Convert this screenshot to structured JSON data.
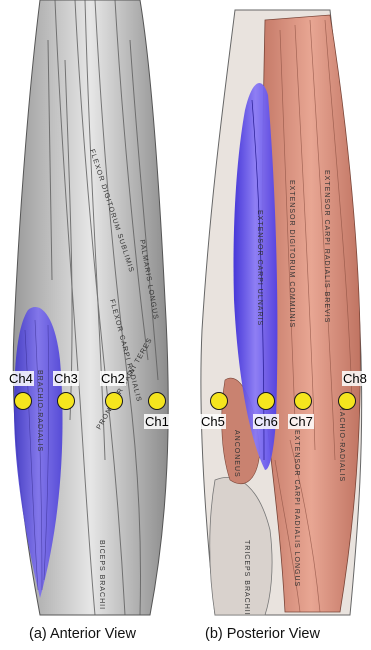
{
  "panels": [
    {
      "caption": "(a) Anterior View",
      "highlight_color": "#5a4ae0",
      "muscle_labels": [
        "BRACHIO-RADIALIS",
        "FLEXOR DIGITORUM SUBLIMIS",
        "FLEXOR CARPI RADIALIS",
        "PALMARIS LONGUS",
        "PRONATOR RADII TERES",
        "BICEPS BRACHII"
      ],
      "electrodes": [
        "Ch4",
        "Ch3",
        "Ch2",
        "Ch1"
      ]
    },
    {
      "caption": "(b) Posterior View",
      "highlight_color": "#5a3ff0",
      "muscle_labels": [
        "EXTENSOR CARPI ULNARIS",
        "EXTENSOR DIGITORUM COMMUNIS",
        "EXTENSOR CARPI RADIALIS BREVIS",
        "EXTENSOR CARPI RADIALIS LONGUS",
        "BRACHIO-RADIALIS",
        "ANCONEUS",
        "TRICEPS BRACHII"
      ],
      "electrodes": [
        "Ch5",
        "Ch6",
        "Ch7",
        "Ch8"
      ]
    }
  ],
  "colors": {
    "electrode": "#f5e51e",
    "posterior_muscle": "#d9917f",
    "anterior_muscle": "#bdbdbd"
  }
}
